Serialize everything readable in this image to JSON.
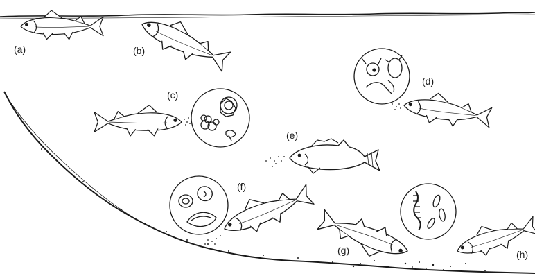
{
  "labels": {
    "a": "(a)",
    "b": "(b)",
    "c": "(c)",
    "d": "(d)",
    "e": "(e)",
    "f": "(f)",
    "g": "(g)",
    "h": "(h)"
  },
  "colors": {
    "ink": "#1a1a1a",
    "background": "#ffffff"
  },
  "icons": {
    "fish": "fish-icon",
    "food_inset": "magnifier-circle-icon"
  }
}
